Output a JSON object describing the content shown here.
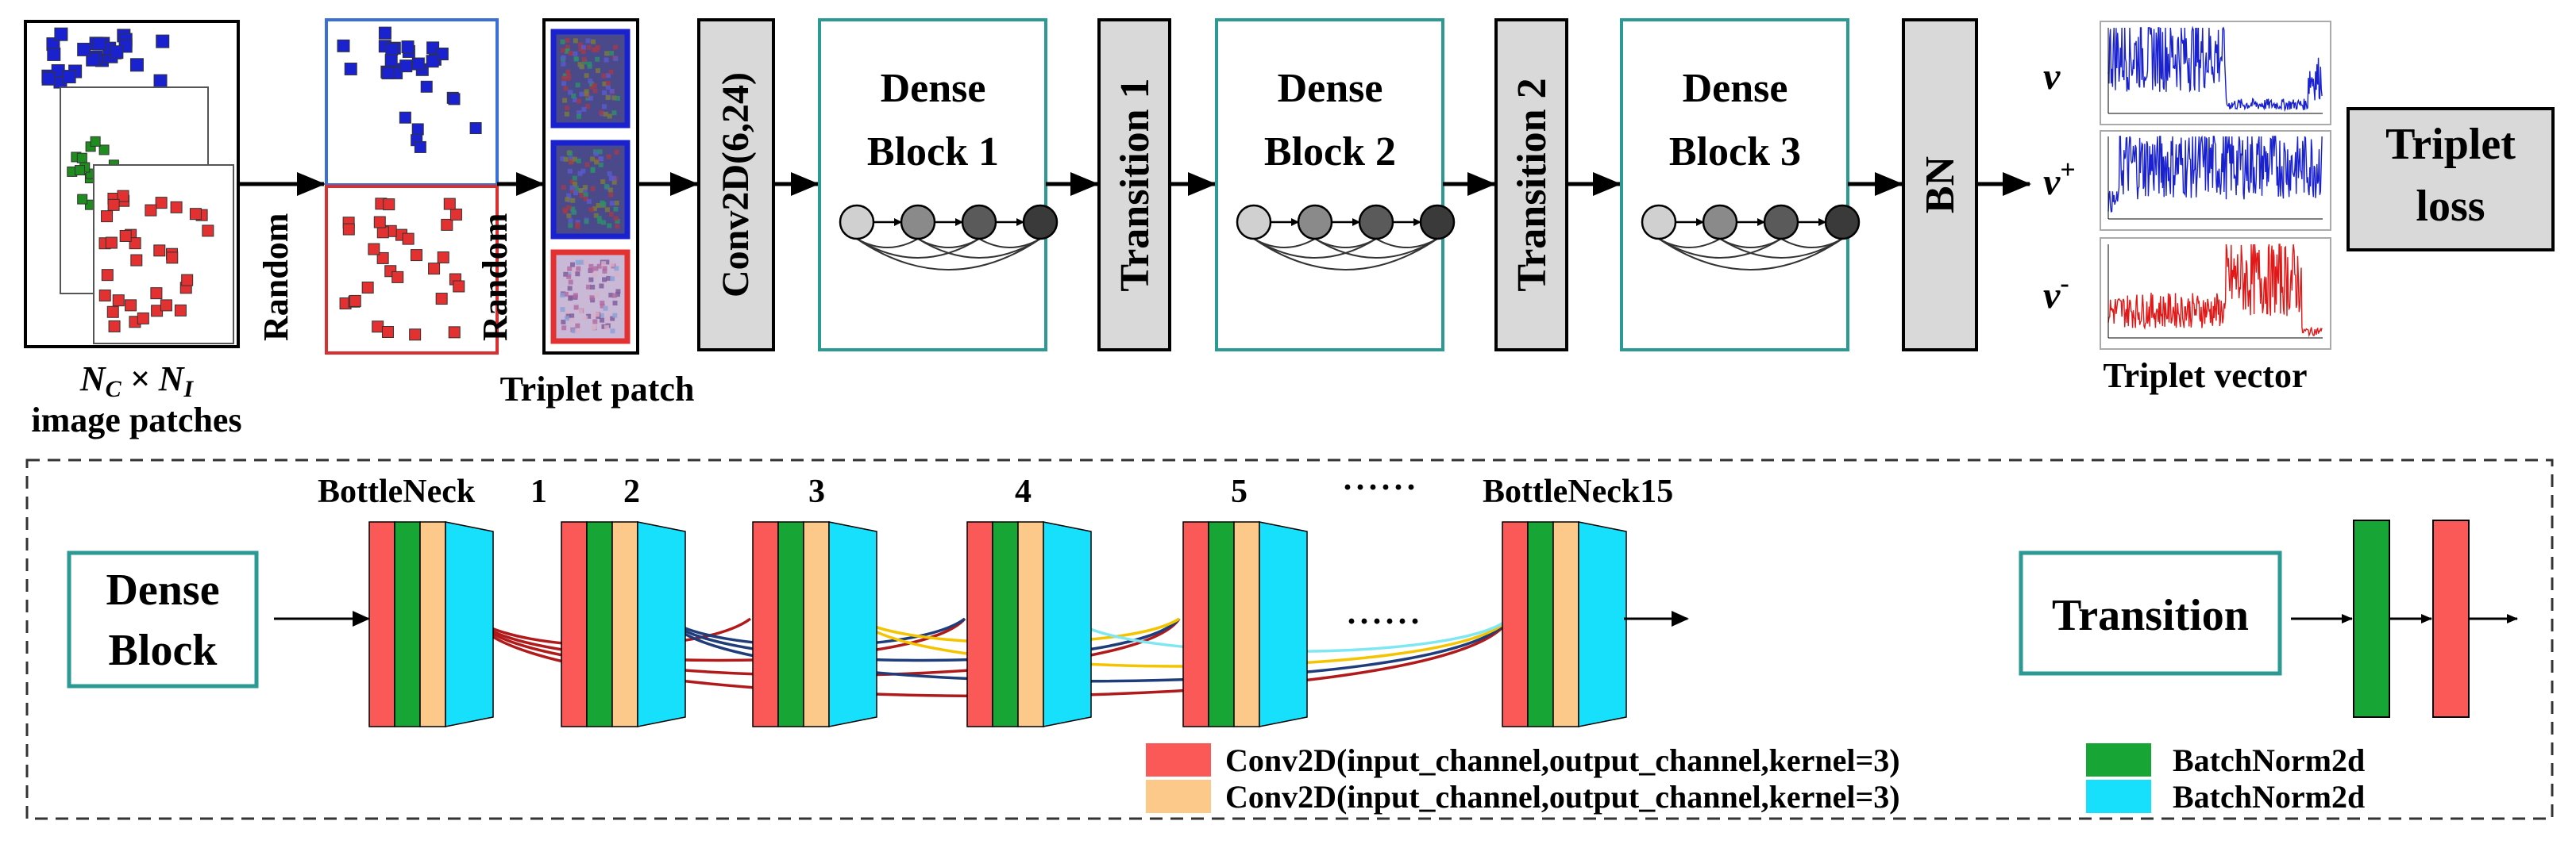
{
  "colors": {
    "teal": "#2b9a94",
    "gray_box": "#d9d9d9",
    "conv_red": "#fb5858",
    "bn_green": "#17a636",
    "conv_orange": "#fcc98a",
    "bn_cyan": "#17e0fc",
    "patch_blue": "#1a22d0",
    "patch_green": "#1f8c1f",
    "patch_red": "#e33030",
    "arc_red": "#b11a1a",
    "arc_blue": "#1f3d7a",
    "arc_yellow": "#f5c400",
    "arc_cyan": "#7fe7f2"
  },
  "top": {
    "patches_caption_line1_n": "N",
    "patches_caption_line1_c": "C",
    "patches_caption_line1_x": " × N",
    "patches_caption_line1_i": "I",
    "patches_caption_line2": "image patches",
    "random_label_1": "Random",
    "random_label_2": "Random",
    "triplet_patch_caption": "Triplet patch",
    "conv_label": "Conv2D(6,24)",
    "dense_block_word": "Dense",
    "dense_blocks": [
      "Block 1",
      "Block 2",
      "Block 3"
    ],
    "transitions": [
      "Transition 1",
      "Transition 2"
    ],
    "bn_label": "BN",
    "vector_labels": {
      "v": "v",
      "v_plus_sup": "+",
      "v_minus_sup": "-"
    },
    "triplet_vector_caption": "Triplet vector",
    "triplet_loss_line1": "Triplet",
    "triplet_loss_line2": "loss"
  },
  "bottom": {
    "dense_block_line1": "Dense",
    "dense_block_line2": "Block",
    "bottleneck_first": "BottleNeck",
    "bottleneck_numbers": [
      "1",
      "2",
      "3",
      "4",
      "5"
    ],
    "dots": "······",
    "bottleneck_last": "BottleNeck15",
    "dots_mid": "······",
    "transition_label": "Transition",
    "legend": [
      {
        "label": "Conv2D(input_channel,output_channel,kernel=3)",
        "color": "#fb5858"
      },
      {
        "label": "Conv2D(input_channel,output_channel,kernel=3)",
        "color": "#fcc98a"
      },
      {
        "label": "BatchNorm2d",
        "color": "#17a636"
      },
      {
        "label": "BatchNorm2d",
        "color": "#17e0fc"
      }
    ]
  }
}
